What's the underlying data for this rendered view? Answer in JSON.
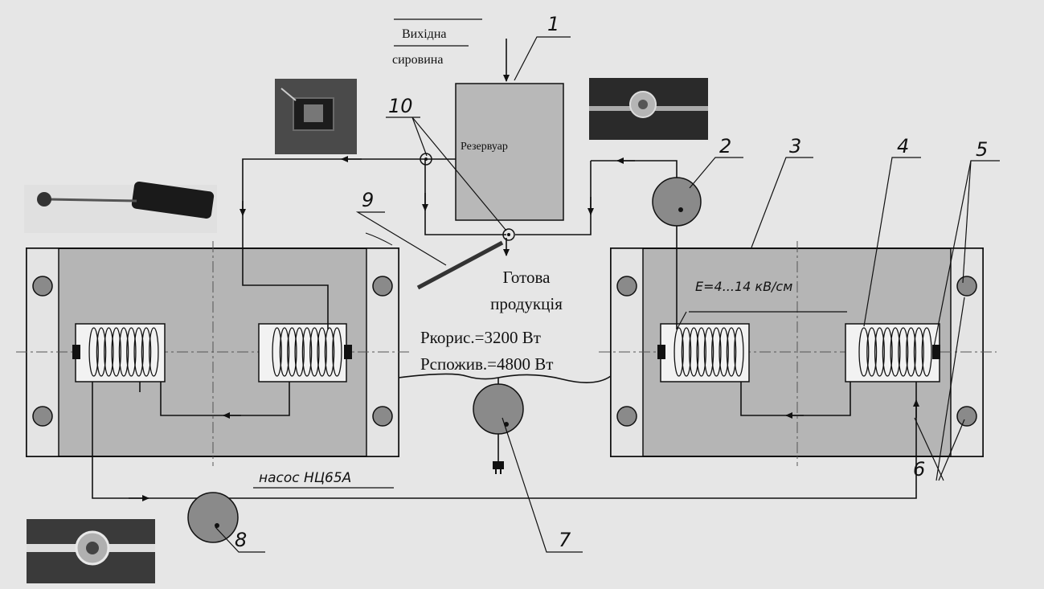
{
  "labels": {
    "input_line1": "Вихідна",
    "input_line2": "сировина",
    "reservoir": "Резервуар",
    "output_line1": "Готова",
    "output_line2": "продукція",
    "p_useful": "Ркорис.=3200 Вт",
    "p_consumed": "Рспожив.=4800 Вт",
    "field": "E=4...14 кВ/см",
    "pump": "насос НЦ65А"
  },
  "callouts": [
    "1",
    "2",
    "3",
    "4",
    "5",
    "6",
    "7",
    "8",
    "9",
    "10"
  ],
  "colors": {
    "background": "#e6e6e6",
    "panel": "#b5b5b5",
    "side_strip": "#e4e4e4",
    "reservoir": "#b8b8b8",
    "pump": "#8a8a8a",
    "line": "#111111"
  },
  "photos": [
    "transformer-photo",
    "meter-photo",
    "probe-photo",
    "flowmeter-photo"
  ]
}
